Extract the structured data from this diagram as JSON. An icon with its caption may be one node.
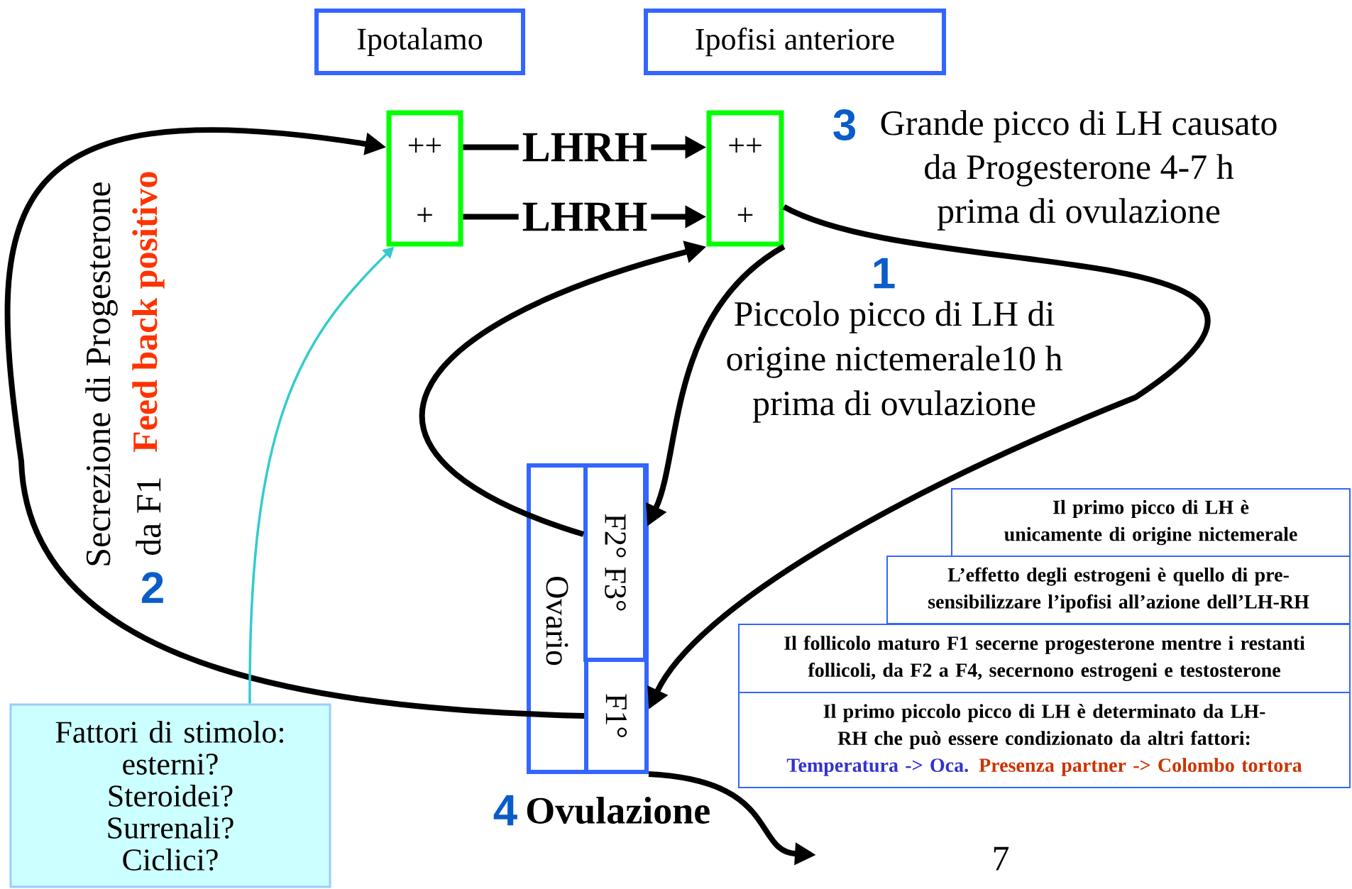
{
  "diagram": {
    "nodes": [
      {
        "text": [
          "Ipotalamo"
        ]
      },
      {
        "text": [
          "Ipofisi anteriore"
        ]
      },
      {
        "text": [
          "++",
          "+"
        ]
      },
      {
        "text": [
          "++",
          "+"
        ]
      },
      {
        "text": [
          "Ovario"
        ]
      },
      {
        "text": [
          "F2° F3°"
        ],
        "in": 4
      },
      {
        "text": [
          "F1°"
        ],
        "in": 4
      },
      {
        "text": [
          "Fattori di stimolo:",
          "esterni?",
          "Steroidei?",
          "Surrenali?",
          "Ciclici?"
        ]
      },
      {
        "text": [
          "Il primo picco di LH è unicamente di origine nictemerale"
        ]
      },
      {
        "text": [
          "L’effetto degli estrogeni è quello di pre-sensibilizzare l’ipofisi all’azione dell’LH-RH"
        ]
      },
      {
        "text": [
          "Il follicolo maturo F1 secerne progesterone mentre i restanti follicoli, da F2 a F4, secernono estrogeni e testosterone"
        ]
      },
      {
        "text": [
          "Il primo piccolo picco di LH è determinato da LH-RH che può essere condizionato da altri fattori:",
          "Temperatura -> Oca.",
          "Presenza partner -> Colombo tortora"
        ]
      }
    ],
    "edges": [
      {
        "from": 2,
        "to": 3,
        "arrow": "to",
        "label": "LHRH"
      },
      {
        "from": 2,
        "to": 3,
        "arrow": "to",
        "label": "LHRH"
      },
      {
        "from": 6,
        "to": 2,
        "arrow": "to"
      },
      {
        "from": 5,
        "to": 3,
        "arrow": "to"
      },
      {
        "from": 3,
        "to": 5,
        "arrow": "to"
      },
      {
        "from": 3,
        "to": 6,
        "arrow": "to"
      },
      {
        "from": 6,
        "to": null,
        "arrow": "to"
      },
      {
        "from": 7,
        "to": 2,
        "arrow": "to",
        "color": "#33cccc"
      }
    ],
    "labels": [
      "3",
      "Grande picco di LH causato",
      "da Progesterone 4-7 h",
      "prima di ovulazione",
      "Secrezione di Progesterone",
      "da F1",
      "Feed back positivo",
      "1",
      "Piccolo picco di LH di",
      "origine nictemerale10 h",
      "prima di ovulazione",
      "2",
      "4",
      "Ovulazione",
      "7"
    ]
  }
}
